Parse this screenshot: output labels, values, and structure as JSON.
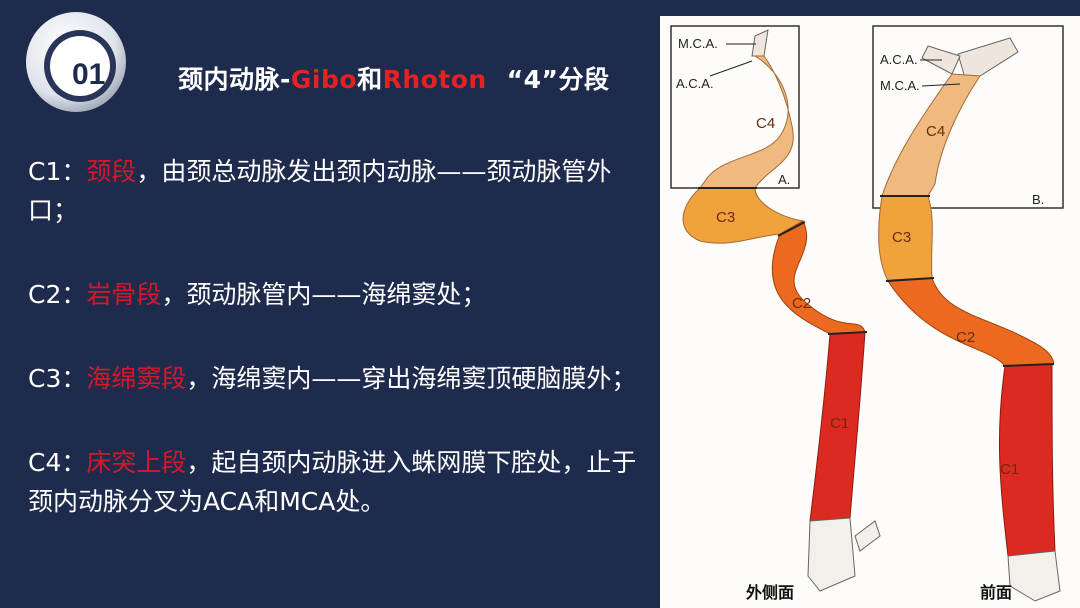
{
  "badge": {
    "number": "01"
  },
  "title": {
    "part1": "颈内动脉-",
    "part2": "Gibo",
    "part3": "和",
    "part4": "Rhoton",
    "part5": "“4”分段"
  },
  "segments": [
    {
      "code": "C1：",
      "name": "颈段",
      "desc": "，由颈总动脉发出颈内动脉——颈动脉管外口；"
    },
    {
      "code": "C2：",
      "name": "岩骨段",
      "desc": "，颈动脉管内——海绵窦处；"
    },
    {
      "code": "C3：",
      "name": "海绵窦段",
      "desc": "，海绵窦内——穿出海绵窦顶硬脑膜外；"
    },
    {
      "code": "C4：",
      "name": "床突上段",
      "desc": "，起自颈内动脉进入蛛网膜下腔处，止于颈内动脉分叉为ACA和MCA处。"
    }
  ],
  "figure": {
    "panel_a": {
      "letter": "A.",
      "mca": "M.C.A.",
      "aca": "A.C.A.",
      "caption": "外侧面"
    },
    "panel_b": {
      "letter": "B.",
      "aca": "A.C.A.",
      "mca": "M.C.A.",
      "caption": "前面"
    },
    "segment_labels": [
      "C4",
      "C3",
      "C2",
      "C1"
    ],
    "colors": {
      "c4": "#f0b97e",
      "c3": "#f0a23c",
      "c2": "#ec6a1f",
      "c1": "#dd2a20"
    }
  }
}
